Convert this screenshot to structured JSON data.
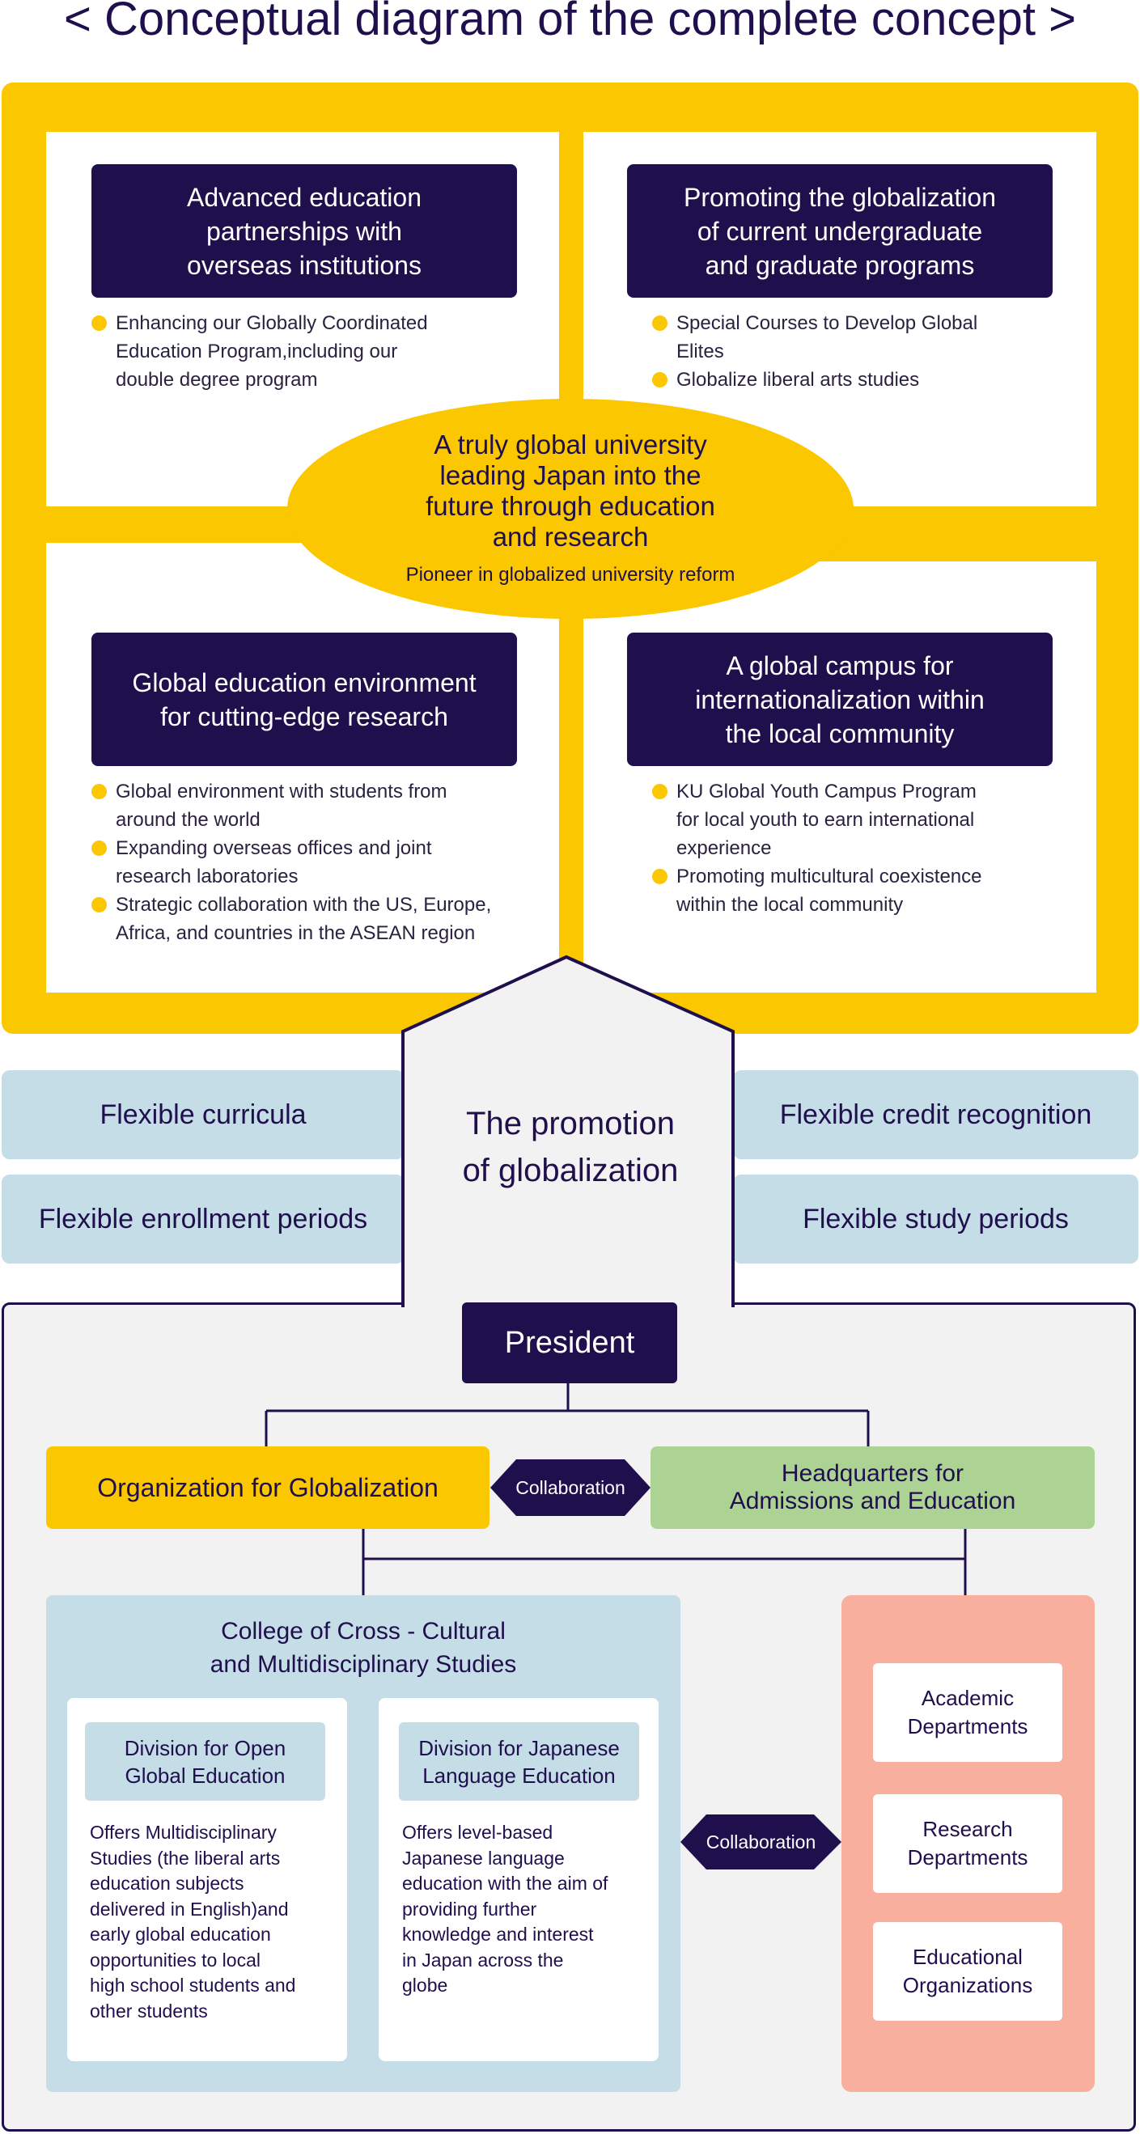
{
  "title": "< Conceptual diagram of the complete concept >",
  "quadrants": [
    {
      "heading_lines": [
        "Advanced education",
        "partnerships with",
        "overseas institutions"
      ],
      "bullets": [
        [
          "Enhancing our Globally Coordinated",
          "Education Program,including our",
          "double degree program"
        ]
      ]
    },
    {
      "heading_lines": [
        "Promoting the globalization",
        "of current undergraduate",
        "and graduate programs"
      ],
      "bullets": [
        [
          "Special Courses to Develop Global",
          "Elites"
        ],
        [
          "Globalize liberal arts studies"
        ]
      ]
    },
    {
      "heading_lines": [
        "Global education environment",
        "for cutting-edge research"
      ],
      "bullets": [
        [
          "Global environment with students from",
          "around the world"
        ],
        [
          "Expanding overseas offices and joint",
          "research laboratories"
        ],
        [
          "Strategic collaboration with the US, Europe,",
          "Africa, and countries in the ASEAN region"
        ]
      ]
    },
    {
      "heading_lines": [
        "A global campus for",
        "internationalization within",
        "the local community"
      ],
      "bullets": [
        [
          "KU Global Youth Campus Program",
          "for local youth to earn international",
          "experience"
        ],
        [
          "Promoting multicultural coexistence",
          "within the local community"
        ]
      ]
    }
  ],
  "center": {
    "main_lines": [
      "A truly global university",
      "leading Japan into the",
      "future through education",
      "and research"
    ],
    "sub": "Pioneer in globalized university reform"
  },
  "flexible": {
    "curricula": "Flexible curricula",
    "credit": "Flexible credit recognition",
    "enrollment": "Flexible enrollment periods",
    "study": "Flexible study periods"
  },
  "promotion_lines": [
    "The promotion",
    "of globalization"
  ],
  "org": {
    "president": "President",
    "globalization": "Organization for Globalization",
    "collaboration": "Collaboration",
    "hq_lines": [
      "Headquarters for",
      "Admissions and Education"
    ],
    "college_lines": [
      "College of Cross - Cultural",
      "and Multidisciplinary Studies"
    ],
    "div_open_lines": [
      "Division for Open",
      "Global Education"
    ],
    "div_open_text": [
      "Offers Multidisciplinary",
      "Studies (the liberal arts",
      "education subjects",
      "delivered in English)and",
      "early global education",
      "opportunities to local",
      "high school students and",
      "other students"
    ],
    "div_jp_lines": [
      "Division for Japanese",
      "Language Education"
    ],
    "div_jp_text": [
      "Offers level-based",
      "Japanese language",
      "education with the aim of",
      "providing further",
      "knowledge and interest",
      "in Japan across the",
      "globe"
    ],
    "collaboration2": "Collaboration",
    "depts": [
      [
        "Academic",
        "Departments"
      ],
      [
        "Research",
        "Departments"
      ],
      [
        "Educational",
        "Organizations"
      ]
    ]
  },
  "colors": {
    "navy": "#1f0f4d",
    "yellow": "#fbc700",
    "light_blue": "#c5dde7",
    "green": "#acd393",
    "salmon": "#f9af9d",
    "gray": "#f2f2f2"
  }
}
